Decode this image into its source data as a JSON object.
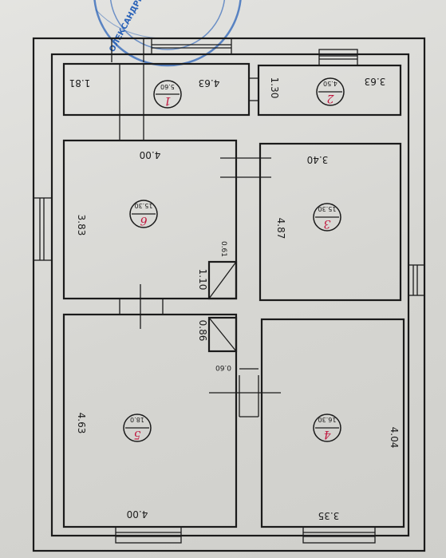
{
  "stamp": {
    "text": "ОЛЕКСАНДРІВНА"
  },
  "rooms": [
    {
      "id": "1",
      "area": "5.60",
      "dims": [
        "1.81",
        "4.63"
      ]
    },
    {
      "id": "2",
      "area": "4.50",
      "dims": [
        "1.30",
        "3.63"
      ]
    },
    {
      "id": "3",
      "area": "15.30",
      "dims": [
        "3.40",
        "4.87"
      ]
    },
    {
      "id": "4",
      "area": "16.30",
      "dims": [
        "3.35",
        "4.04"
      ]
    },
    {
      "id": "5",
      "area": "18.0",
      "dims": [
        "4.00",
        "4.63"
      ]
    },
    {
      "id": "6",
      "area": "15.30",
      "dims": [
        "4.00",
        "3.83"
      ]
    }
  ],
  "closets": [
    {
      "dims": [
        "1.10",
        "0.61"
      ]
    },
    {
      "dims": [
        "0.60",
        "0.86"
      ]
    }
  ],
  "colors": {
    "line": "#1b1b1b",
    "room_number": "#c0143c",
    "stamp": "#2b63b8"
  }
}
